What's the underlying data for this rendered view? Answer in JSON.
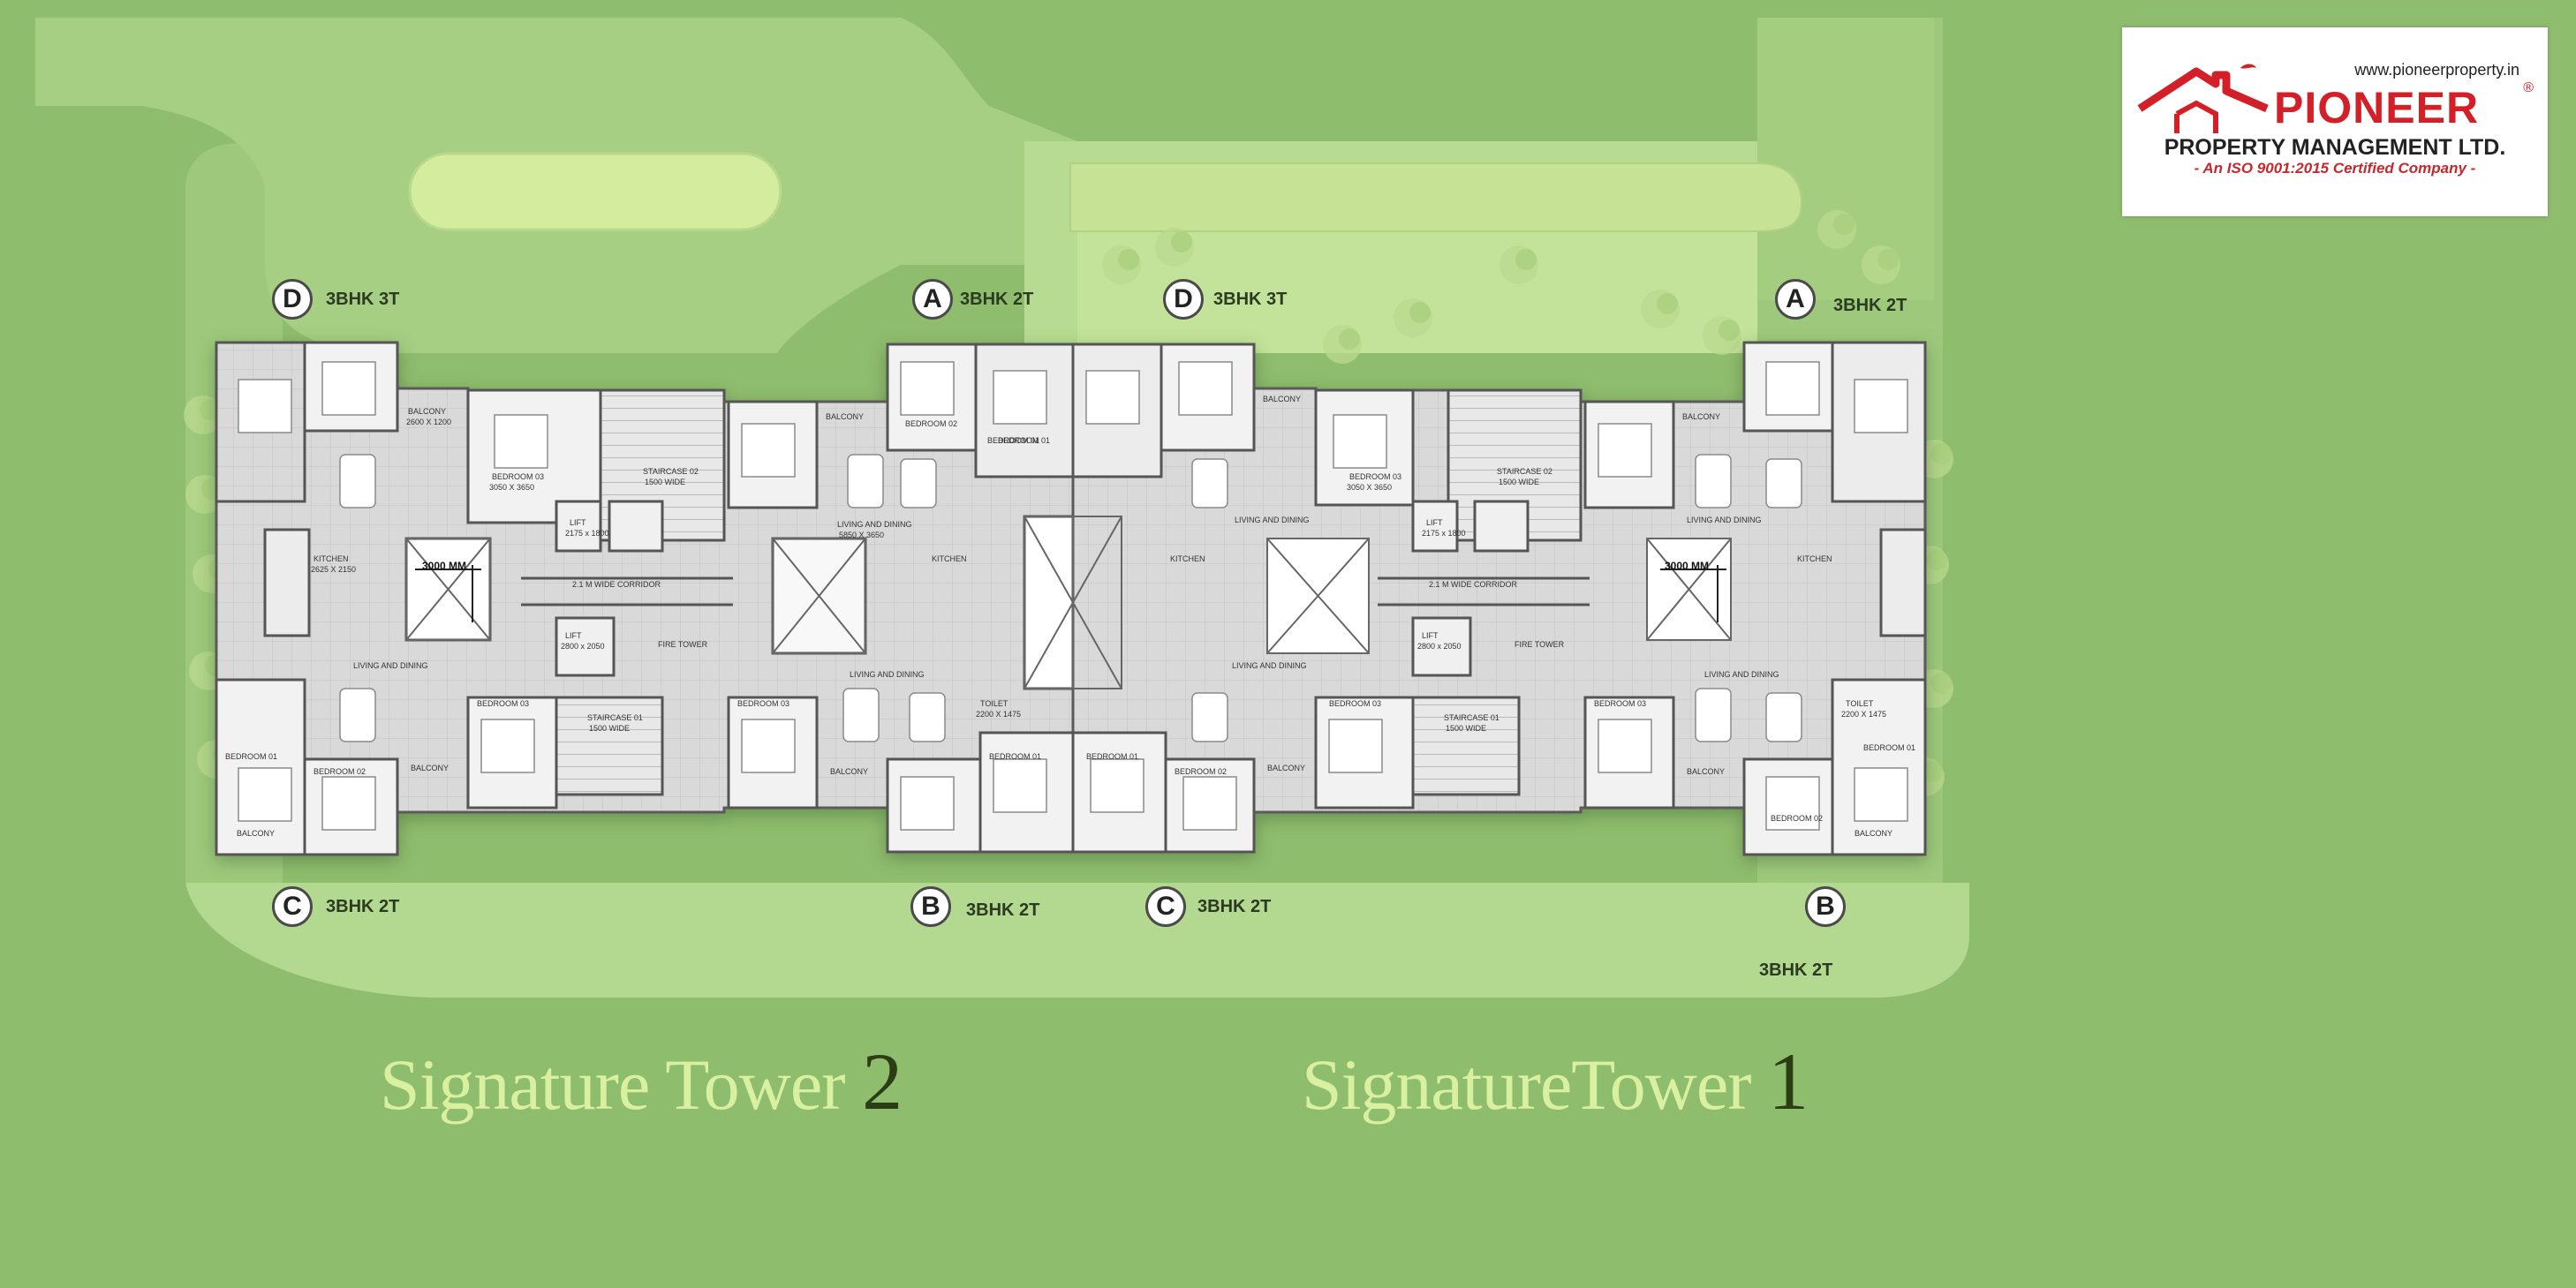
{
  "logo": {
    "url": "www.pioneerproperty.in",
    "name": "PIONEER",
    "registered": "®",
    "subtitle": "PROPERTY MANAGEMENT LTD.",
    "tagline": "- An ISO 9001:2015 Certified Company -"
  },
  "units": [
    {
      "letter": "D",
      "type": "3BHK 3T"
    },
    {
      "letter": "A",
      "type": "3BHK 2T"
    },
    {
      "letter": "D",
      "type": "3BHK 3T"
    },
    {
      "letter": "A",
      "type": "3BHK 2T"
    },
    {
      "letter": "C",
      "type": "3BHK 2T"
    },
    {
      "letter": "B",
      "type": "3BHK 2T"
    },
    {
      "letter": "C",
      "type": "3BHK 2T"
    },
    {
      "letter": "B",
      "type": "3BHK 2T"
    }
  ],
  "towers": [
    {
      "name": "Signature Tower",
      "number": "2"
    },
    {
      "name": "SignatureTower",
      "number": "1"
    }
  ],
  "plan_labels": {
    "corridor_left": "2.1 M WIDE CORRIDOR",
    "corridor_right": "2.1 M WIDE CORRIDOR",
    "staircase_02": "STAIRCASE 02",
    "staircase_02_dim": "1500 WIDE",
    "staircase_01": "STAIRCASE 01",
    "staircase_01_dim": "1500 WIDE",
    "lift": "LIFT",
    "lift_dim_a": "2175 x 1800",
    "lift_dim_b": "2800 x 2050",
    "fire_tower": "FIRE TOWER",
    "shaft_dim": "3000 MM",
    "living_dining": "LIVING AND DINING",
    "living_dim": "5850 X 3650",
    "kitchen": "KITCHEN",
    "kitchen_dim": "2625 X 2150",
    "toilet": "TOILET",
    "toilet_dim": "2200 X 1475",
    "bedroom_01": "BEDROOM 01",
    "bedroom_02": "BEDROOM 02",
    "bedroom_03": "BEDROOM 03",
    "bedroom_dim": "3050 X 3650",
    "balcony": "BALCONY",
    "balcony_dim": "2600 X 1200"
  },
  "colors": {
    "grass": "#8fbd6e",
    "lawn_light": "#c4e39a",
    "plan_gray": "#d7d7d7",
    "logo_red": "#d32028",
    "title_green": "#d8f0a0"
  }
}
